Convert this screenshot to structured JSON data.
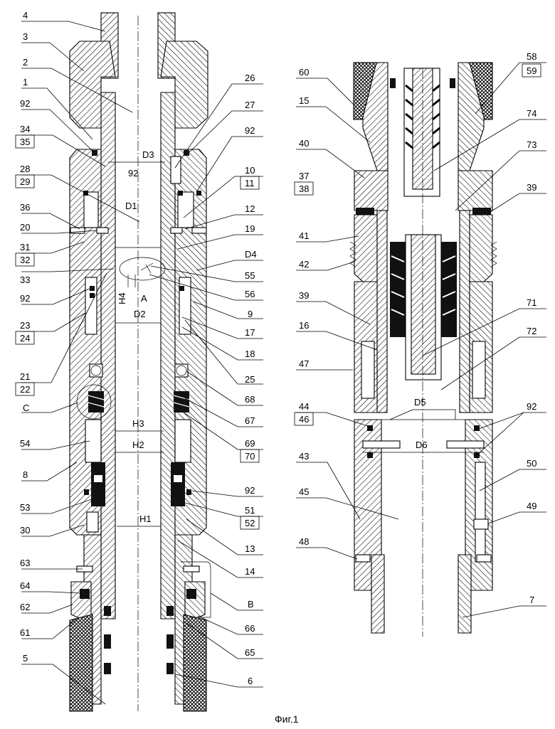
{
  "figure": {
    "caption": "Фиг.1"
  },
  "left_assembly": {
    "callouts": [
      {
        "id": "l4",
        "text": "4"
      },
      {
        "id": "l3",
        "text": "3"
      },
      {
        "id": "l2",
        "text": "2"
      },
      {
        "id": "l1",
        "text": "1"
      },
      {
        "id": "l92a",
        "text": "92"
      },
      {
        "id": "l34",
        "text": "34"
      },
      {
        "id": "l35",
        "text": "35"
      },
      {
        "id": "l28",
        "text": "28"
      },
      {
        "id": "l29",
        "text": "29"
      },
      {
        "id": "l36",
        "text": "36"
      },
      {
        "id": "l20",
        "text": "20"
      },
      {
        "id": "l31",
        "text": "31"
      },
      {
        "id": "l32",
        "text": "32"
      },
      {
        "id": "l33",
        "text": "33"
      },
      {
        "id": "l92b",
        "text": "92"
      },
      {
        "id": "l23",
        "text": "23"
      },
      {
        "id": "l24",
        "text": "24"
      },
      {
        "id": "l21",
        "text": "21"
      },
      {
        "id": "l22",
        "text": "22"
      },
      {
        "id": "lC",
        "text": "C"
      },
      {
        "id": "l54",
        "text": "54"
      },
      {
        "id": "l8",
        "text": "8"
      },
      {
        "id": "l53",
        "text": "53"
      },
      {
        "id": "l30",
        "text": "30"
      },
      {
        "id": "l63",
        "text": "63"
      },
      {
        "id": "l64",
        "text": "64"
      },
      {
        "id": "l62",
        "text": "62"
      },
      {
        "id": "l61",
        "text": "61"
      },
      {
        "id": "l5",
        "text": "5"
      },
      {
        "id": "l26",
        "text": "26"
      },
      {
        "id": "l27",
        "text": "27"
      },
      {
        "id": "l92c",
        "text": "92"
      },
      {
        "id": "l10",
        "text": "10"
      },
      {
        "id": "l11",
        "text": "11"
      },
      {
        "id": "l12",
        "text": "12"
      },
      {
        "id": "l19",
        "text": "19"
      },
      {
        "id": "lD4",
        "text": "D4"
      },
      {
        "id": "l55",
        "text": "55"
      },
      {
        "id": "l56",
        "text": "56"
      },
      {
        "id": "l9",
        "text": "9"
      },
      {
        "id": "l17",
        "text": "17"
      },
      {
        "id": "l18",
        "text": "18"
      },
      {
        "id": "l25",
        "text": "25"
      },
      {
        "id": "l68",
        "text": "68"
      },
      {
        "id": "l67",
        "text": "67"
      },
      {
        "id": "l69",
        "text": "69"
      },
      {
        "id": "l70",
        "text": "70"
      },
      {
        "id": "l92d",
        "text": "92"
      },
      {
        "id": "l51",
        "text": "51"
      },
      {
        "id": "l52",
        "text": "52"
      },
      {
        "id": "l13",
        "text": "13"
      },
      {
        "id": "l14",
        "text": "14"
      },
      {
        "id": "lB",
        "text": "B"
      },
      {
        "id": "l66",
        "text": "66"
      },
      {
        "id": "l65",
        "text": "65"
      },
      {
        "id": "l6",
        "text": "6"
      }
    ],
    "dimensions": [
      {
        "id": "dD3",
        "text": "D3"
      },
      {
        "id": "d92",
        "text": "92"
      },
      {
        "id": "dD1",
        "text": "D1"
      },
      {
        "id": "dH4",
        "text": "H4"
      },
      {
        "id": "dA",
        "text": "A"
      },
      {
        "id": "dD2",
        "text": "D2"
      },
      {
        "id": "dH3",
        "text": "H3"
      },
      {
        "id": "dH2",
        "text": "H2"
      },
      {
        "id": "dH1",
        "text": "H1"
      }
    ]
  },
  "right_assembly": {
    "callouts": [
      {
        "id": "r60",
        "text": "60"
      },
      {
        "id": "r15",
        "text": "15"
      },
      {
        "id": "r40",
        "text": "40"
      },
      {
        "id": "r37",
        "text": "37"
      },
      {
        "id": "r38",
        "text": "38"
      },
      {
        "id": "r41",
        "text": "41"
      },
      {
        "id": "r42",
        "text": "42"
      },
      {
        "id": "r39a",
        "text": "39"
      },
      {
        "id": "r16",
        "text": "16"
      },
      {
        "id": "r47",
        "text": "47"
      },
      {
        "id": "r44",
        "text": "44"
      },
      {
        "id": "r46",
        "text": "46"
      },
      {
        "id": "r43",
        "text": "43"
      },
      {
        "id": "r45",
        "text": "45"
      },
      {
        "id": "r48",
        "text": "48"
      },
      {
        "id": "r58",
        "text": "58"
      },
      {
        "id": "r59",
        "text": "59"
      },
      {
        "id": "r74",
        "text": "74"
      },
      {
        "id": "r73",
        "text": "73"
      },
      {
        "id": "r39b",
        "text": "39"
      },
      {
        "id": "r71",
        "text": "71"
      },
      {
        "id": "r72",
        "text": "72"
      },
      {
        "id": "r92",
        "text": "92"
      },
      {
        "id": "r50",
        "text": "50"
      },
      {
        "id": "r49",
        "text": "49"
      },
      {
        "id": "r7",
        "text": "7"
      }
    ],
    "dimensions": [
      {
        "id": "dD5",
        "text": "D5"
      },
      {
        "id": "dD6",
        "text": "D6"
      }
    ]
  }
}
